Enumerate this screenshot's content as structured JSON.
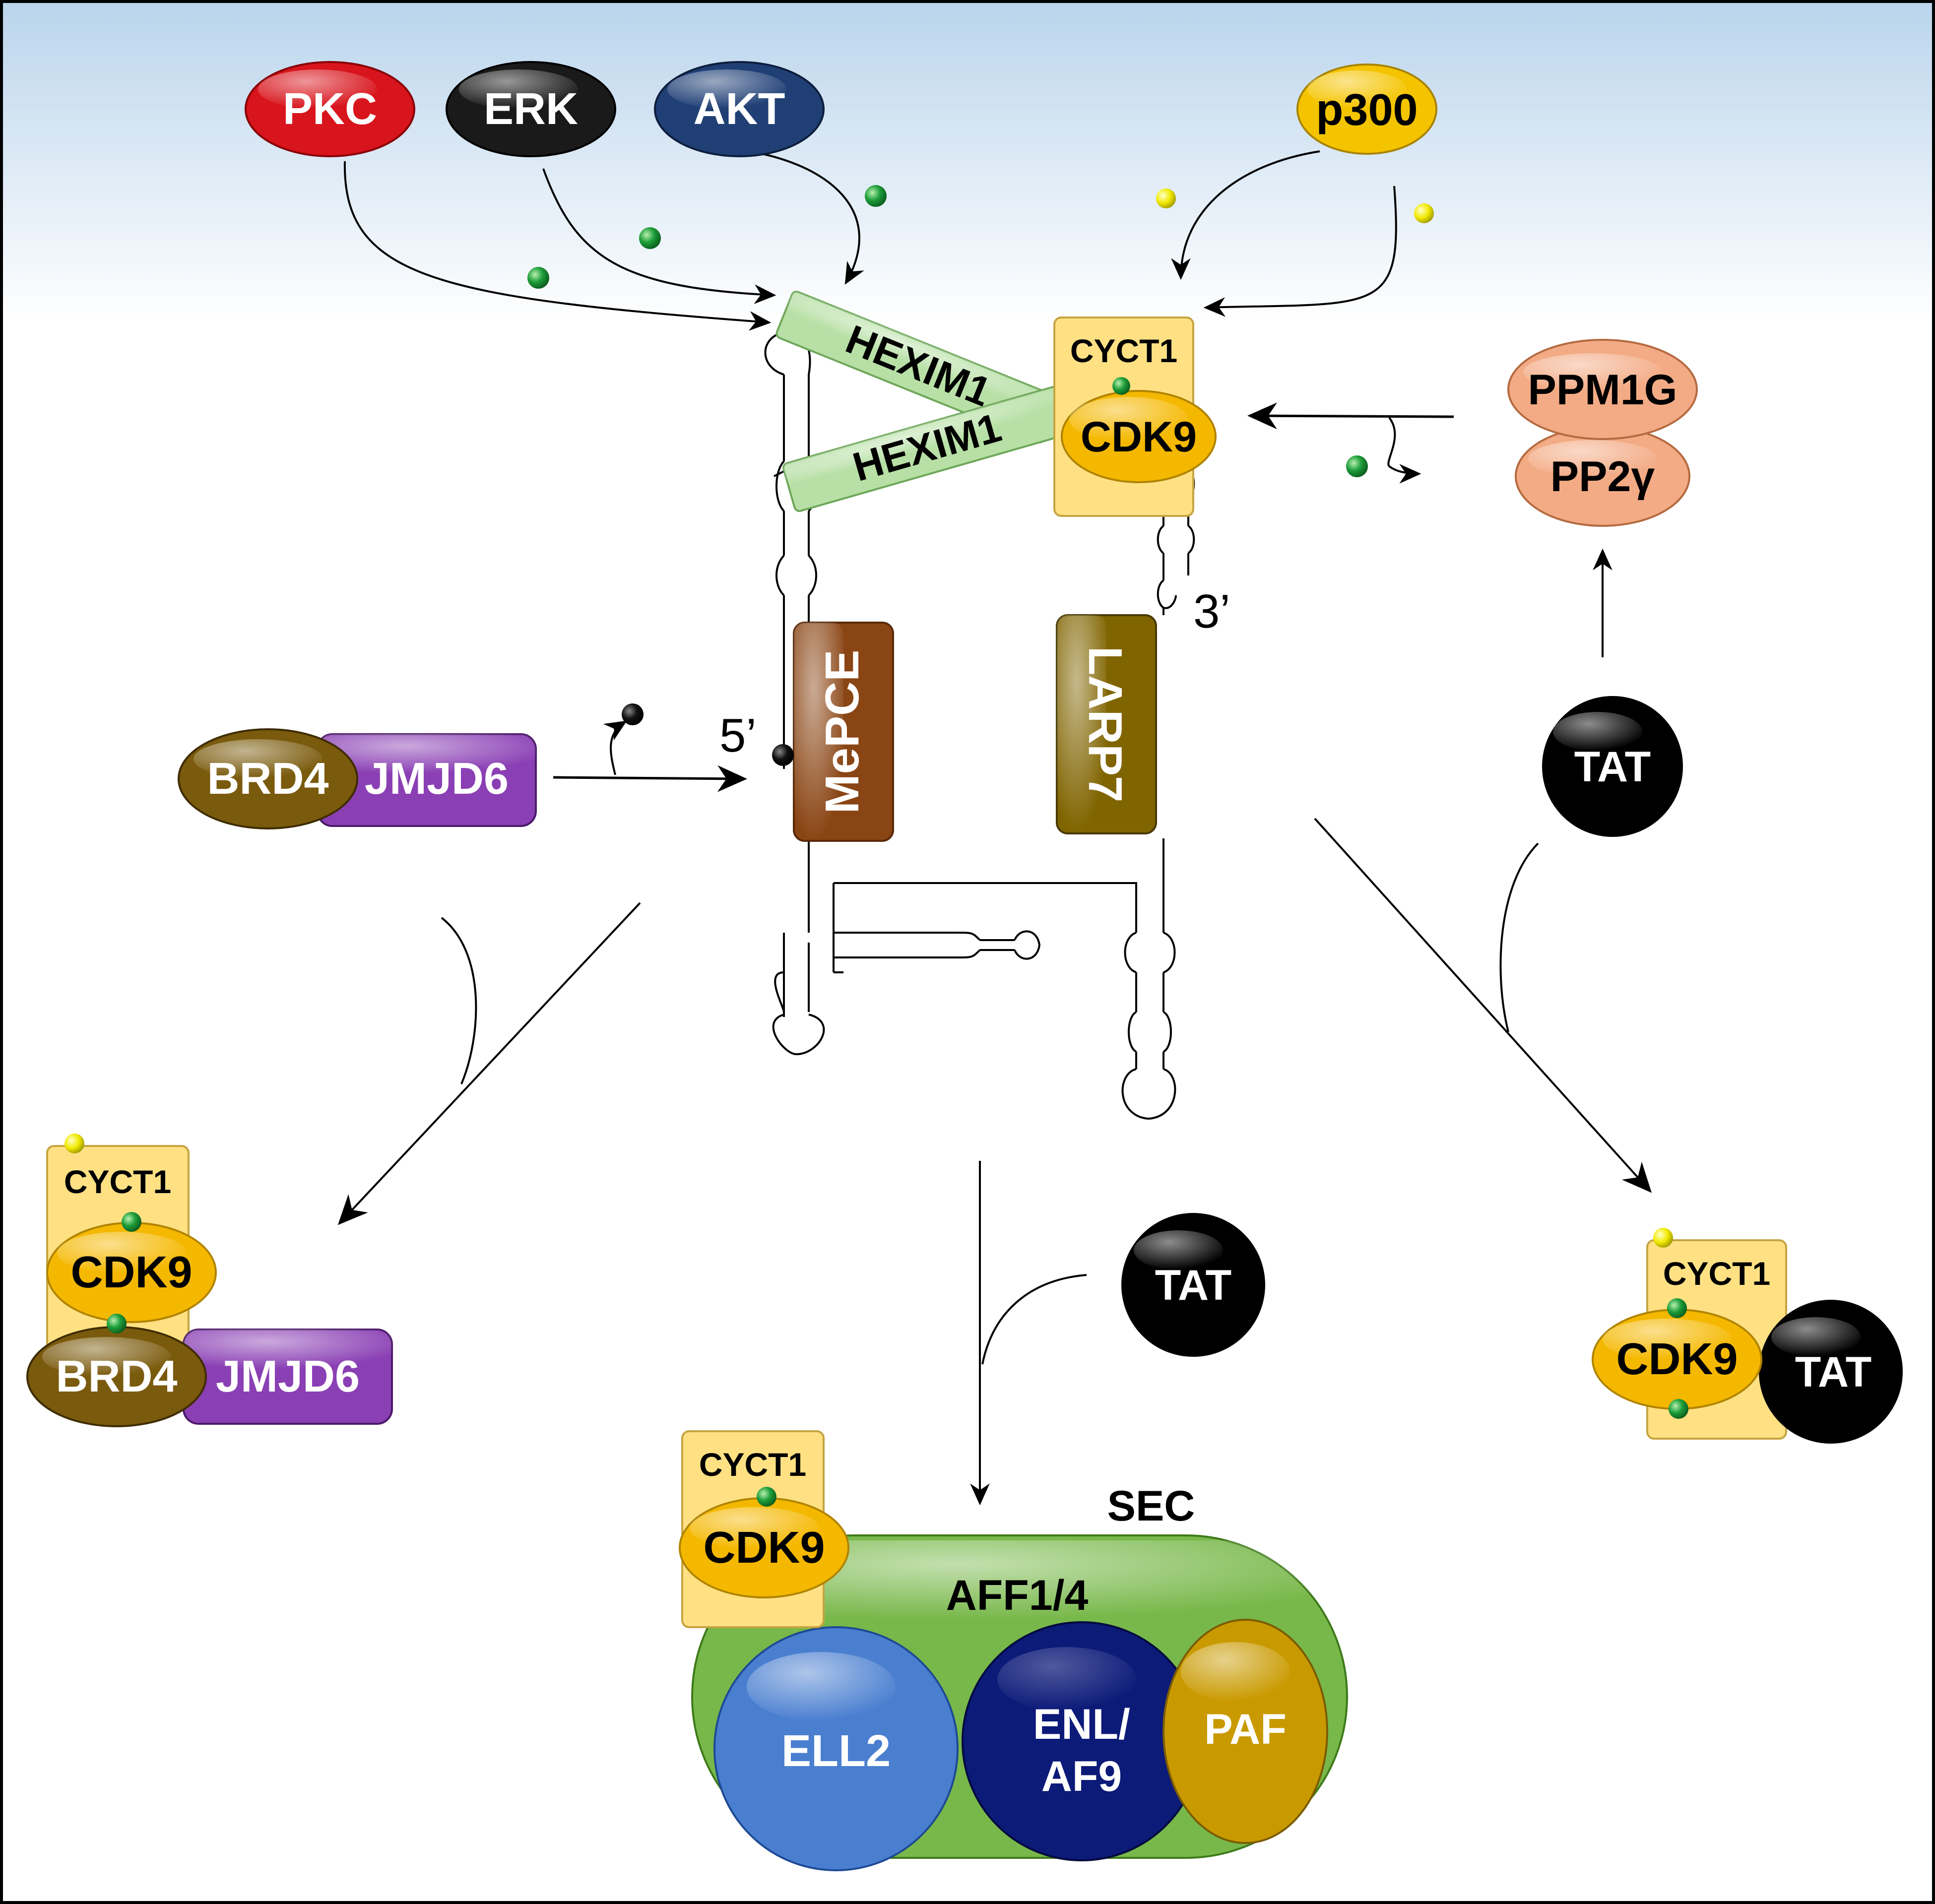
{
  "colors": {
    "bg_top": "#bad4ec",
    "bg_bottom": "#ffffff",
    "pkc": "#d8141c",
    "erk": "#1a1a1a",
    "akt": "#1f3f75",
    "p300": "#f5c400",
    "hexim": "#b8e0a6",
    "cyct1": "#ffe184",
    "cdk9": "#f5b800",
    "ppm": "#f3ab85",
    "mepce": "#8a4514",
    "larp7": "#806400",
    "brd4": "#7a5a0c",
    "jmjd6": "#8a3fb4",
    "tat": "#000000",
    "sec": "#78b84a",
    "ell2": "#4a7fd0",
    "enl": "#0c1a78",
    "paf": "#c99a00",
    "phospho_green": "#1e9e3a",
    "acetyl_yellow": "#f2ea00"
  },
  "kinases": {
    "pkc": "PKC",
    "erk": "ERK",
    "akt": "AKT",
    "p300": "p300"
  },
  "core": {
    "hexim_top": "HEXIM1",
    "hexim_bottom": "HEXIM1",
    "cyct1": "CYCT1",
    "cdk9": "CDK9",
    "mepce": "MePCE",
    "larp7": "LARP7",
    "five_prime": "5’",
    "three_prime": "3’"
  },
  "phosphatases": {
    "ppm1g": "PPM1G",
    "pp2y": "PP2γ"
  },
  "brd_complex": {
    "brd4": "BRD4",
    "jmjd6": "JMJD6"
  },
  "tat_labels": {
    "right": "TAT",
    "middle": "TAT"
  },
  "left_product": {
    "cyct1": "CYCT1",
    "cdk9": "CDK9",
    "brd4": "BRD4",
    "jmjd6": "JMJD6"
  },
  "right_product": {
    "cyct1": "CYCT1",
    "cdk9": "CDK9",
    "tat": "TAT"
  },
  "sec_product": {
    "sec_label": "SEC",
    "cyct1": "CYCT1",
    "cdk9": "CDK9",
    "aff": "AFF1/4",
    "ell2": "ELL2",
    "enl_line1": "ENL/",
    "enl_line2": "AF9",
    "paf": "PAF"
  }
}
